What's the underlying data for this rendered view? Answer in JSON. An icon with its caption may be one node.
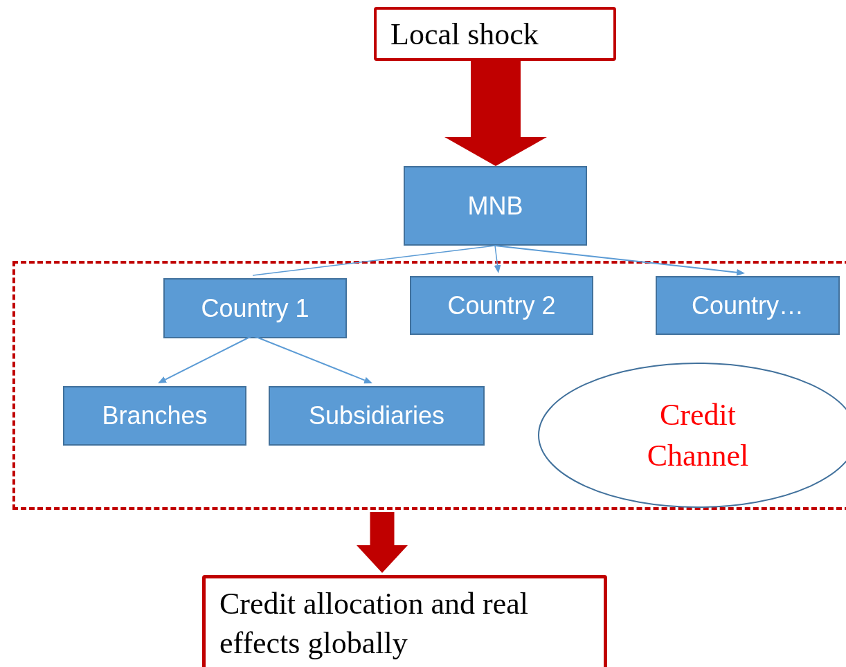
{
  "diagram": {
    "nodes": [
      {
        "text": [
          "Local shock"
        ]
      },
      {
        "text": [
          "MNB"
        ]
      },
      {
        "text": [],
        "shape": "box"
      },
      {
        "text": [
          "Country 1"
        ],
        "in": 2
      },
      {
        "text": [
          "Country 2"
        ],
        "in": 2
      },
      {
        "text": [
          "Country…"
        ],
        "in": 2
      },
      {
        "text": [
          "Branches"
        ],
        "in": 2
      },
      {
        "text": [
          "Subsidiaries"
        ],
        "in": 2
      },
      {
        "text": [
          "Credit Channel"
        ],
        "in": 2
      },
      {
        "text": [
          "Credit allocation and real effects globally"
        ]
      }
    ],
    "edges": [
      {
        "from": 0,
        "to": 1,
        "arrow": "to",
        "style": "thick",
        "color": "#c00000"
      },
      {
        "from": 1,
        "to": 3,
        "arrow": "none"
      },
      {
        "from": 1,
        "to": 4,
        "arrow": "to"
      },
      {
        "from": 1,
        "to": 5,
        "arrow": "to"
      },
      {
        "from": 3,
        "to": 6,
        "arrow": "to"
      },
      {
        "from": 3,
        "to": 7,
        "arrow": "to"
      },
      {
        "from": 2,
        "to": 9,
        "arrow": "to",
        "style": "thick",
        "color": "#c00000"
      }
    ]
  }
}
